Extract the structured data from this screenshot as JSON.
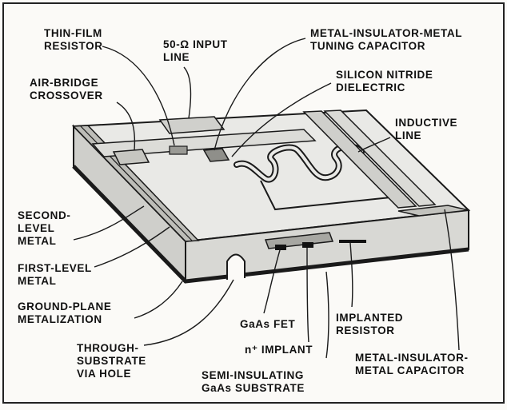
{
  "labels": {
    "thin_film_resistor": [
      "THIN-FILM",
      "RESISTOR"
    ],
    "input_line": [
      "50-Ω INPUT",
      "LINE"
    ],
    "mim_tuning_cap": [
      "METAL-INSULATOR-METAL",
      "TUNING CAPACITOR"
    ],
    "air_bridge": [
      "AIR-BRIDGE",
      "CROSSOVER"
    ],
    "silicon_nitride": [
      "SILICON NITRIDE",
      "DIELECTRIC"
    ],
    "inductive_line": [
      "INDUCTIVE",
      "LINE"
    ],
    "second_level_metal": [
      "SECOND-",
      "LEVEL",
      "METAL"
    ],
    "first_level_metal": [
      "FIRST-LEVEL",
      "METAL"
    ],
    "ground_plane": [
      "GROUND-PLANE",
      "METALIZATION"
    ],
    "gaas_fet": [
      "GaAs FET"
    ],
    "implanted_resistor": [
      "IMPLANTED",
      "RESISTOR"
    ],
    "through_via": [
      "THROUGH-",
      "SUBSTRATE",
      "VIA HOLE"
    ],
    "n_implant": [
      "n⁺ IMPLANT"
    ],
    "mim_capacitor": [
      "METAL-INSULATOR-",
      "METAL CAPACITOR"
    ],
    "semi_insulating": [
      "SEMI-INSULATING",
      "GaAs SUBSTRATE"
    ]
  }
}
